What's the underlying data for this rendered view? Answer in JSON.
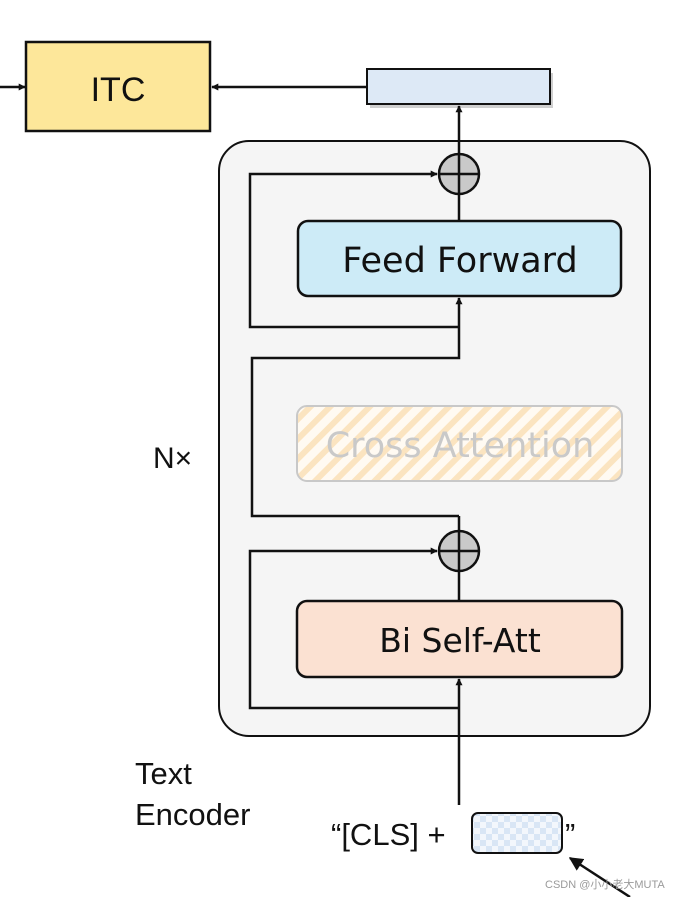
{
  "nodes": {
    "itc": {
      "label": "ITC",
      "fill": "#fde79a"
    },
    "feed_forward": {
      "label": "Feed Forward",
      "fill": "#cdebf7"
    },
    "cross_attention": {
      "label": "Cross Attention",
      "fill": "#fbe8c8"
    },
    "bi_self_att": {
      "label": "Bi Self-Att",
      "fill": "#fbe1d2"
    },
    "output_token": {
      "fill": "#dde9f6"
    }
  },
  "labels": {
    "repeat": "N×",
    "encoder_line1": "Text",
    "encoder_line2": "Encoder",
    "input_prefix": "“[CLS] +",
    "input_suffix": "”",
    "watermark": "CSDN @小小老大MUTA"
  },
  "colors": {
    "stroke": "#111111",
    "container_fill": "#f5f5f5",
    "faded_text": "#c9c9c9"
  }
}
